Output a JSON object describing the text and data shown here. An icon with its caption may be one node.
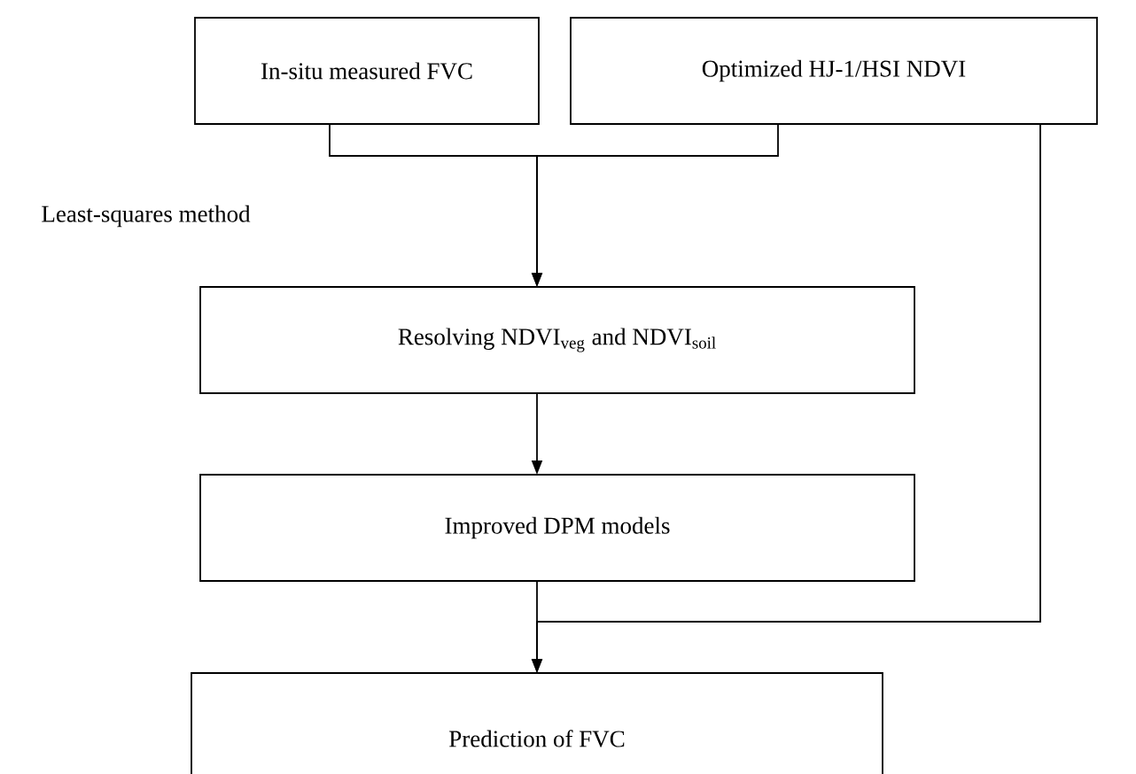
{
  "diagram": {
    "nodes": [
      {
        "text": [
          "In-situ measured FVC"
        ]
      },
      {
        "text": [
          "Optimized HJ-1/HSI NDVI"
        ]
      },
      {
        "text": [
          "Resolving NDVI$_{veg}$ and NDVI$_{soil}$"
        ]
      },
      {
        "text": [
          "Improved DPM models"
        ]
      },
      {
        "text": [
          "Prediction of FVC"
        ]
      }
    ],
    "edges": [
      {
        "from": 0,
        "to": 2,
        "arrow": "to",
        "label": "Least-squares method"
      },
      {
        "from": 1,
        "to": 2,
        "arrow": "to"
      },
      {
        "from": 2,
        "to": 3,
        "arrow": "to"
      },
      {
        "from": 3,
        "to": 4,
        "arrow": "to"
      },
      {
        "from": 1,
        "to": 4,
        "arrow": "to"
      }
    ]
  }
}
